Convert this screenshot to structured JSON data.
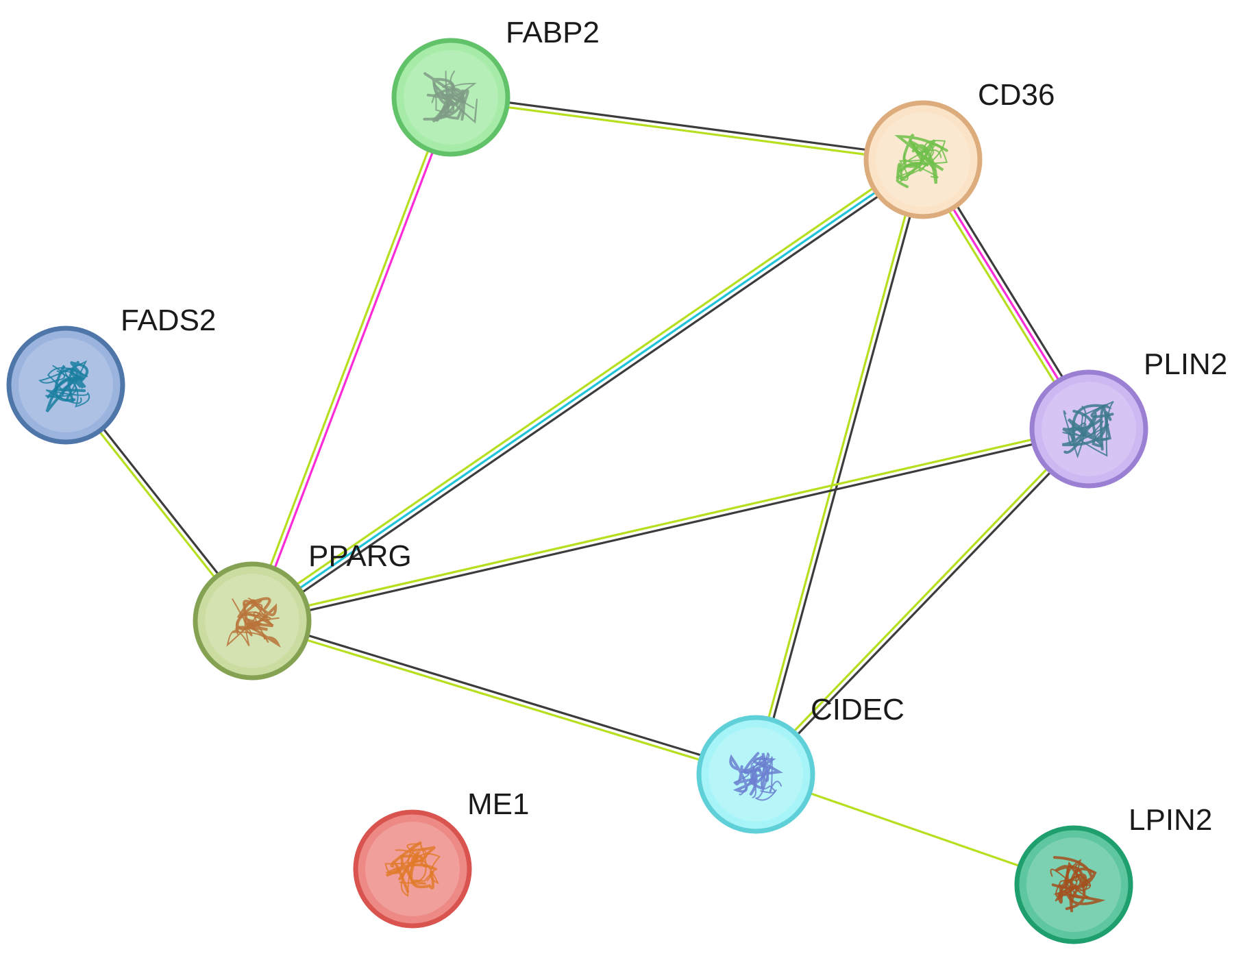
{
  "nodes": [
    {
      "id": "FABP2",
      "label": "FABP2",
      "fill": "#a7eba8",
      "ring": "#62c26a",
      "glyph": "#7f9b86"
    },
    {
      "id": "CD36",
      "label": "CD36",
      "fill": "#fbe3c7",
      "ring": "#dcac7c",
      "glyph": "#6fbf4a"
    },
    {
      "id": "FADS2",
      "label": "FADS2",
      "fill": "#9bb4de",
      "ring": "#4f76a8",
      "glyph": "#1a7fa0"
    },
    {
      "id": "PLIN2",
      "label": "PLIN2",
      "fill": "#cdb8f2",
      "ring": "#9a7fd2",
      "glyph": "#3d7a8c"
    },
    {
      "id": "PPARG",
      "label": "PPARG",
      "fill": "#cbdca0",
      "ring": "#85a253",
      "glyph": "#b8733a"
    },
    {
      "id": "CIDEC",
      "label": "CIDEC",
      "fill": "#a6f4f7",
      "ring": "#5fd0d8",
      "glyph": "#6b7fd0"
    },
    {
      "id": "ME1",
      "label": "ME1",
      "fill": "#ee8a86",
      "ring": "#d9534f",
      "glyph": "#e07a2a"
    },
    {
      "id": "LPIN2",
      "label": "LPIN2",
      "fill": "#5fc7a0",
      "ring": "#1f9e6e",
      "glyph": "#a3501f"
    }
  ],
  "edges": [
    {
      "source": "FABP2",
      "target": "CD36",
      "colors": [
        "#3c3c3c",
        "#b6df1f"
      ]
    },
    {
      "source": "FABP2",
      "target": "PPARG",
      "colors": [
        "#ff2bd6",
        "#b6df1f"
      ]
    },
    {
      "source": "CD36",
      "target": "PPARG",
      "colors": [
        "#3c3c3c",
        "#1ec3d7",
        "#b6df1f"
      ]
    },
    {
      "source": "CD36",
      "target": "PLIN2",
      "colors": [
        "#3c3c3c",
        "#ff2bd6",
        "#b6df1f"
      ]
    },
    {
      "source": "CD36",
      "target": "CIDEC",
      "colors": [
        "#3c3c3c",
        "#b6df1f"
      ]
    },
    {
      "source": "FADS2",
      "target": "PPARG",
      "colors": [
        "#3c3c3c",
        "#b6df1f"
      ]
    },
    {
      "source": "PPARG",
      "target": "PLIN2",
      "colors": [
        "#b6df1f",
        "#3c3c3c"
      ]
    },
    {
      "source": "PPARG",
      "target": "CIDEC",
      "colors": [
        "#3c3c3c",
        "#b6df1f"
      ]
    },
    {
      "source": "PLIN2",
      "target": "CIDEC",
      "colors": [
        "#3c3c3c",
        "#b6df1f"
      ]
    },
    {
      "source": "CIDEC",
      "target": "LPIN2",
      "colors": [
        "#b6df1f"
      ]
    }
  ]
}
